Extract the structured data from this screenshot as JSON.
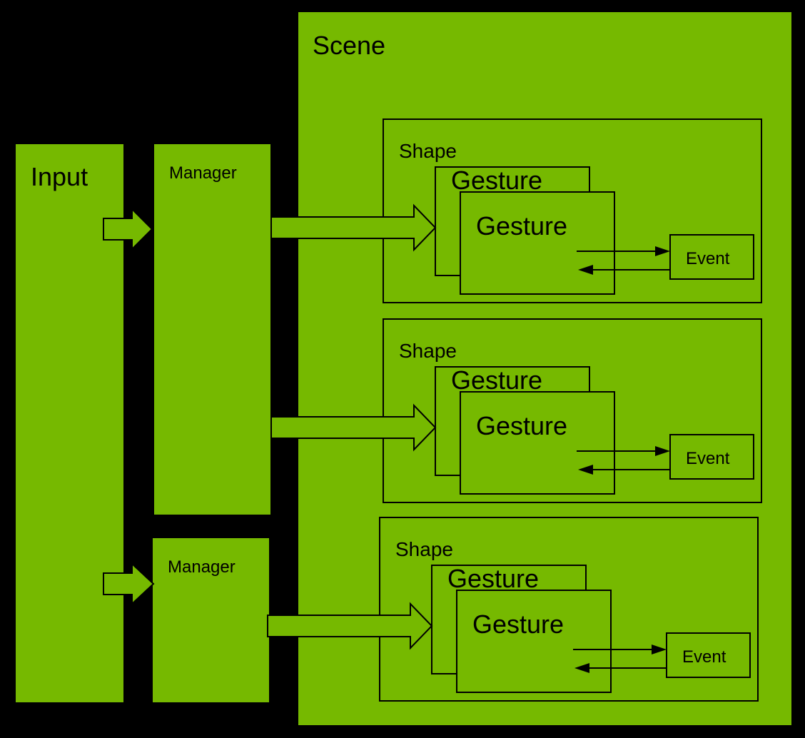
{
  "colors": {
    "fill": "#76b900",
    "background": "#000000",
    "stroke": "#000000"
  },
  "input": {
    "label": "Input"
  },
  "managers": [
    {
      "label": "Manager"
    },
    {
      "label": "Manager"
    }
  ],
  "scene": {
    "label": "Scene"
  },
  "shapes": [
    {
      "label": "Shape",
      "gesture_back": "Gesture",
      "gesture_front": "Gesture",
      "event": "Event"
    },
    {
      "label": "Shape",
      "gesture_back": "Gesture",
      "gesture_front": "Gesture",
      "event": "Event"
    },
    {
      "label": "Shape",
      "gesture_back": "Gesture",
      "gesture_front": "Gesture",
      "event": "Event"
    }
  ]
}
